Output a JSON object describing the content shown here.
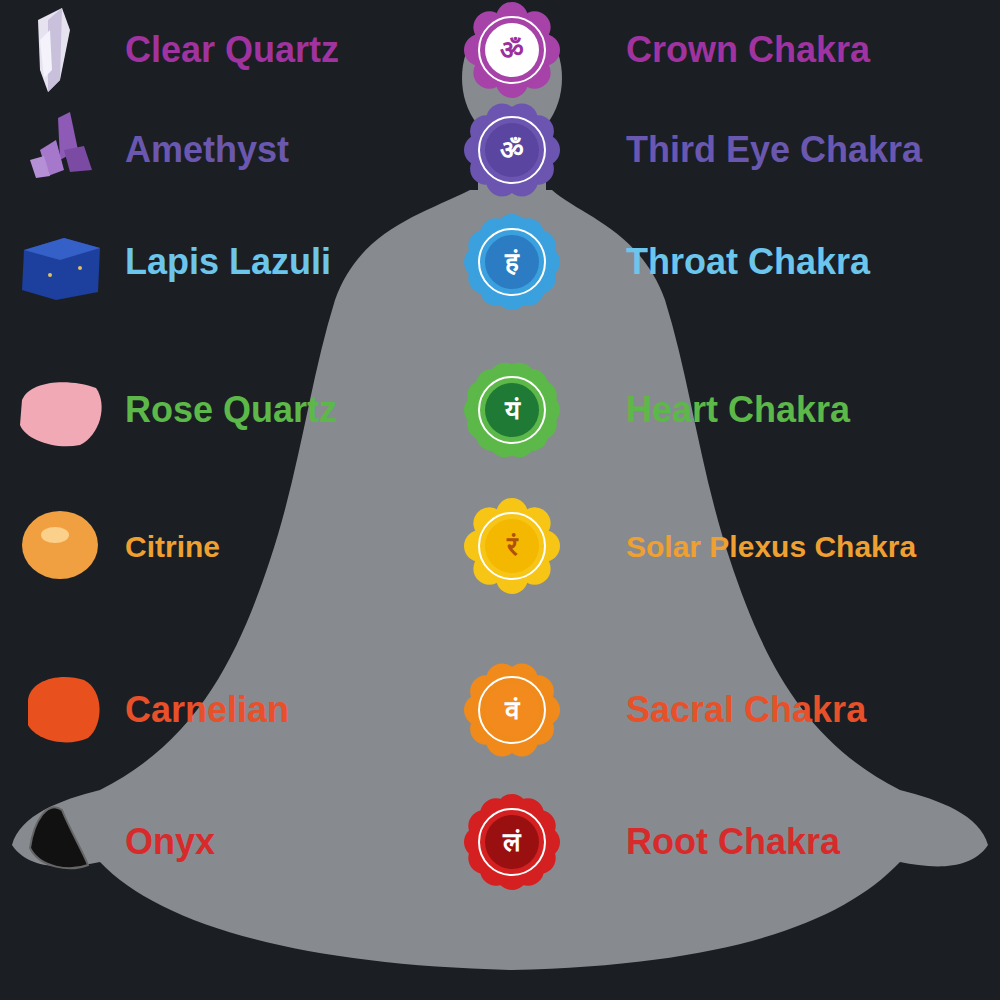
{
  "diagram": {
    "labels": [
      "Clear Quartz",
      "ॐ",
      "Crown Chakra",
      "Amethyst",
      "ॐ",
      "Third Eye Chakra",
      "Lapis Lazuli",
      "हं",
      "Throat Chakra",
      "Rose Quartz",
      "यं",
      "Heart Chakra",
      "Citrine",
      "रं",
      "Solar Plexus Chakra",
      "Carnelian",
      "वं",
      "Sacral Chakra",
      "Onyx",
      "लं",
      "Root Chakra"
    ]
  }
}
